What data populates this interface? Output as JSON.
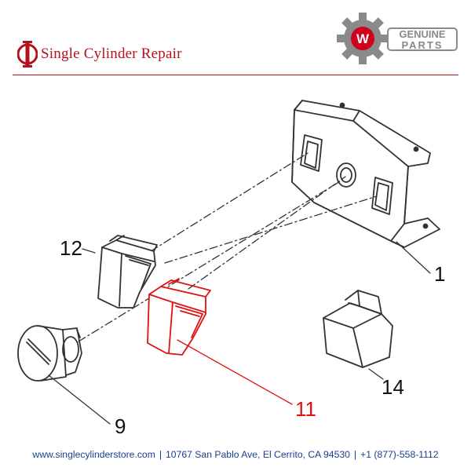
{
  "header": {
    "brand_name": "Single Cylinder Repair",
    "badge_line1": "GENUINE",
    "badge_line2": "PARTS",
    "badge_letter": "W"
  },
  "diagram": {
    "callouts": [
      {
        "id": "1",
        "label": "1",
        "color": "#111111"
      },
      {
        "id": "9",
        "label": "9",
        "color": "#111111"
      },
      {
        "id": "11",
        "label": "11",
        "color": "#e01010",
        "highlighted": true
      },
      {
        "id": "12",
        "label": "12",
        "color": "#111111"
      },
      {
        "id": "14",
        "label": "14",
        "color": "#111111"
      }
    ]
  },
  "footer": {
    "website": "www.singlecylinderstore.com",
    "address": "10767 San Pablo Ave, El Cerrito, CA 94530",
    "phone": "+1 (877)-558-1112"
  },
  "colors": {
    "brand_red": "#b3121c",
    "highlight_red": "#e01010",
    "footer_blue": "#1a3f8f",
    "badge_gray": "#8a8a8a"
  }
}
